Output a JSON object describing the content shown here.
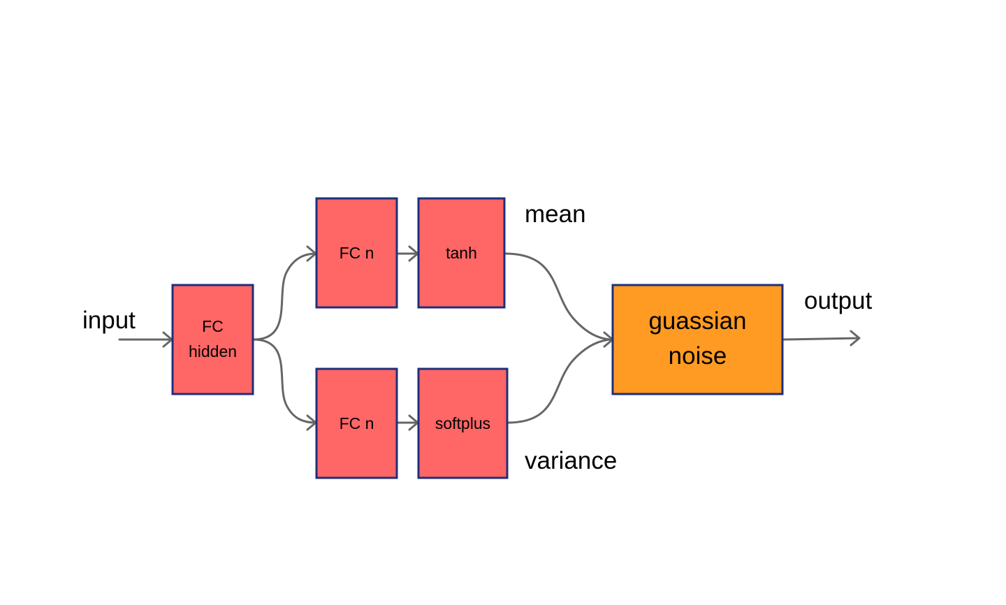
{
  "diagram": {
    "colors": {
      "layer_fill": "#ff6666",
      "layer_border": "#1f2f7a",
      "noise_fill": "#ff9a23",
      "edge": "#666666"
    },
    "labels": {
      "input": "input",
      "mean": "mean",
      "variance": "variance",
      "output": "output"
    },
    "nodes": {
      "fc_hidden": {
        "line1": "FC",
        "line2": "hidden"
      },
      "fc_n_top": {
        "label": "FC n"
      },
      "tanh": {
        "label": "tanh"
      },
      "fc_n_bottom": {
        "label": "FC n"
      },
      "softplus": {
        "label": "softplus"
      },
      "gaussian_noise": {
        "line1": "guassian",
        "line2": "noise"
      }
    }
  }
}
